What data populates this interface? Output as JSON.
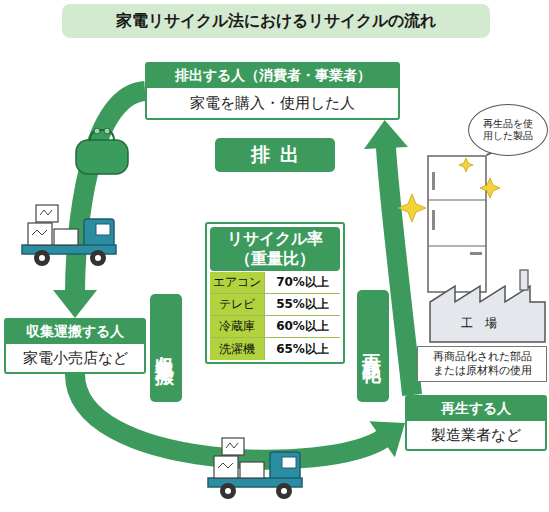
{
  "diagram": {
    "title": "家電リサイクル法におけるリサイクルの流れ",
    "nodes": [
      {
        "text": [
          "排出する人（消費者・事業者）",
          "家電を購入・使用した人"
        ]
      },
      {
        "text": [
          "再生品を使用した製品"
        ]
      },
      {
        "text": [
          "排出"
        ]
      },
      {
        "text": [
          "リサイクル率（重量比）"
        ]
      },
      {
        "text": [
          "収集運搬"
        ]
      },
      {
        "text": [
          "再商品化"
        ]
      },
      {
        "text": [
          "収集運搬する人",
          "家電小売店など"
        ]
      },
      {
        "text": [
          "再商品化された部品または原材料の使用"
        ]
      },
      {
        "text": [
          "再生する人",
          "製造業者など"
        ]
      }
    ],
    "edges": [
      {
        "from": 0,
        "to": 6,
        "arrow": "to"
      },
      {
        "from": 6,
        "to": 8,
        "arrow": "to"
      },
      {
        "from": 8,
        "to": 0,
        "arrow": "to"
      }
    ],
    "labels": [
      "エアコン",
      "70%以上",
      "テレビ",
      "55%以上",
      "冷蔵庫",
      "60%以上",
      "洗濯機",
      "65%以上",
      "工場"
    ]
  }
}
